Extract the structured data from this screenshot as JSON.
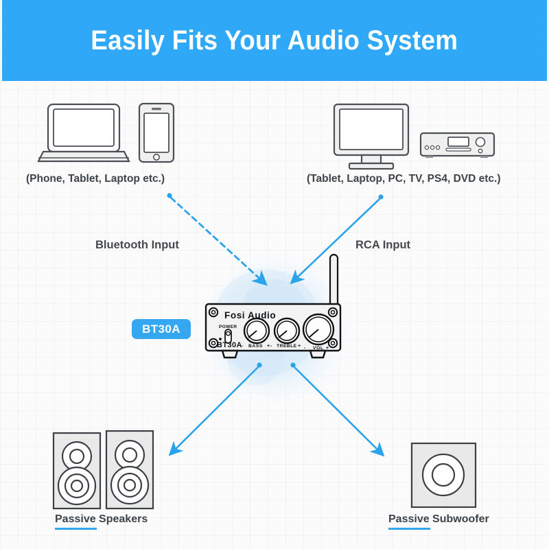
{
  "header": {
    "title": "Easily Fits Your Audio System",
    "background_color": "#2fa9f7",
    "text_color": "#ffffff"
  },
  "theme": {
    "accent_blue": "#2aa3ec",
    "badge_blue": "#35a7f0",
    "page_background": "#fbfbfc",
    "text_dark": "#3e4348",
    "glow_blue": "#cfe6f7"
  },
  "sources": {
    "left": {
      "caption": "(Phone, Tablet, Laptop etc.)",
      "devices": [
        "laptop-icon",
        "smartphone-icon"
      ]
    },
    "right": {
      "caption": "(Tablet, Laptop, PC, TV, PS4, DVD etc.)",
      "devices": [
        "monitor-icon",
        "dvd-player-icon"
      ]
    }
  },
  "flows": {
    "bluetooth": {
      "label": "Bluetooth Input",
      "style": "dashed"
    },
    "rca": {
      "label": "RCA Input",
      "style": "solid"
    }
  },
  "device": {
    "badge_label": "BT30A",
    "brand": "Fosi Audio",
    "model": "BT30A",
    "power_label": "POWER",
    "knobs": [
      {
        "label": "BASS",
        "minus": "-",
        "plus": "+",
        "size": "small"
      },
      {
        "label": "TREBLE",
        "minus": "-",
        "plus": "+",
        "size": "small"
      },
      {
        "label": "VOL",
        "minus": "-",
        "plus": "+",
        "size": "large"
      }
    ],
    "antenna": "antenna-icon"
  },
  "outputs": {
    "speakers": {
      "label": "Passive Speakers",
      "underline_word": "Passive",
      "icon": "speaker-pair-icon"
    },
    "subwoofer": {
      "label": "Passive Subwoofer",
      "underline_word": "Passive",
      "icon": "subwoofer-icon"
    }
  }
}
